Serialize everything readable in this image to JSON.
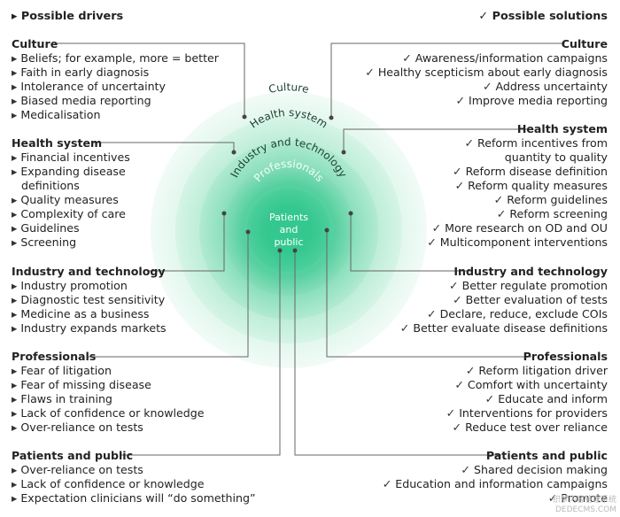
{
  "headers": {
    "drivers": "Possible drivers",
    "solutions": "Possible solutions"
  },
  "drivers": [
    {
      "title": "Culture",
      "items": [
        "Beliefs; for example, more = better",
        "Faith in early diagnosis",
        "Intolerance of uncertainty",
        "Biased media reporting",
        "Medicalisation"
      ]
    },
    {
      "title": "Health system",
      "items": [
        "Financial incentives",
        "Expanding disease",
        "Quality measures",
        "Complexity of care",
        "Guidelines",
        "Screening"
      ],
      "continuation": "definitions"
    },
    {
      "title": "Industry and technology",
      "items": [
        "Industry promotion",
        "Diagnostic test sensitivity",
        "Medicine as a business",
        "Industry expands markets"
      ]
    },
    {
      "title": "Professionals",
      "items": [
        "Fear of litigation",
        "Fear of missing disease",
        "Flaws in training",
        "Lack of confidence or knowledge",
        "Over-reliance on tests"
      ]
    },
    {
      "title": "Patients and public",
      "items": [
        "Over-reliance on tests",
        "Lack of confidence or knowledge",
        "Expectation clinicians will “do something”"
      ]
    }
  ],
  "solutions": [
    {
      "title": "Culture",
      "items": [
        "Awareness/information campaigns",
        "Healthy scepticism about early diagnosis",
        "Address uncertainty",
        "Improve media reporting"
      ]
    },
    {
      "title": "Health system",
      "items": [
        "Reform incentives from",
        "Reform disease definition",
        "Reform quality measures",
        "Reform guidelines",
        "Reform screening",
        "More research on OD and OU",
        "Multicomponent interventions"
      ],
      "continuation": "quantity to quality"
    },
    {
      "title": "Industry and technology",
      "items": [
        "Better regulate promotion",
        "Better evaluation of tests",
        "Declare, reduce, exclude COIs",
        "Better evaluate disease definitions"
      ]
    },
    {
      "title": "Professionals",
      "items": [
        "Reform litigation driver",
        "Comfort with uncertainty",
        "Educate and inform",
        "Interventions for providers",
        "Reduce test over reliance"
      ]
    },
    {
      "title": "Patients and public",
      "items": [
        "Shared decision making",
        "Education and information campaigns",
        "Promote"
      ]
    }
  ],
  "rings": {
    "culture": "Culture",
    "health_system": "Health system",
    "industry": "Industry and technology",
    "professionals": "Professionals",
    "core_line1": "Patients",
    "core_line2": "and",
    "core_line3": "public"
  },
  "colors": {
    "ring_outer": "#e4f7ef",
    "ring_2": "#c2efdc",
    "ring_3": "#93e3c2",
    "ring_4": "#5fd5a6",
    "core": "#36c98f",
    "connector": "#666666"
  },
  "watermark": {
    "line1": "织梦内容管理系统",
    "line2": "DEDECMS.COM"
  }
}
